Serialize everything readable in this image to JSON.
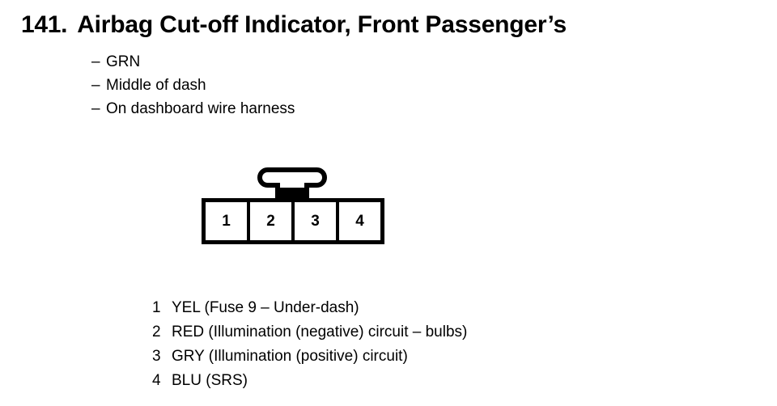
{
  "header": {
    "number": "141.",
    "title": "Airbag Cut-off Indicator, Front Passenger’s"
  },
  "notes": {
    "dash": "–",
    "items": [
      "GRN",
      "Middle of dash",
      "On dashboard wire harness"
    ]
  },
  "connector": {
    "pins": [
      "1",
      "2",
      "3",
      "4"
    ]
  },
  "pinout": {
    "rows": [
      {
        "pin": "1",
        "desc": "YEL (Fuse 9 – Under-dash)"
      },
      {
        "pin": "2",
        "desc": "RED (Illumination (negative) circuit – bulbs)"
      },
      {
        "pin": "3",
        "desc": "GRY (Illumination (positive) circuit)"
      },
      {
        "pin": "4",
        "desc": "BLU (SRS)"
      }
    ]
  },
  "colors": {
    "ink": "#000000",
    "page": "#ffffff"
  }
}
